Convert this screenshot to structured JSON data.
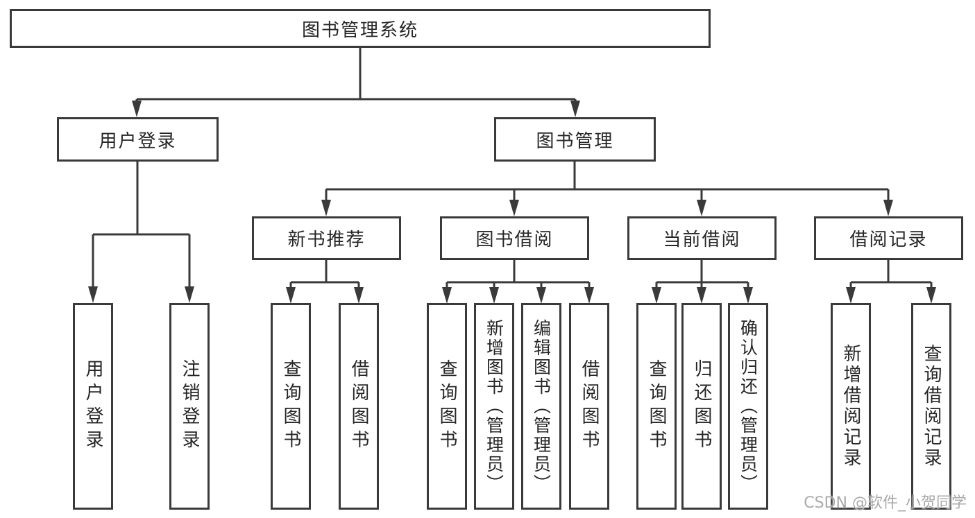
{
  "diagram": {
    "root": "图书管理系统",
    "level2": {
      "user_login": "用户登录",
      "book_mgmt": "图书管理"
    },
    "level3": {
      "new_books": "新书推荐",
      "borrowing": "图书借阅",
      "current": "当前借阅",
      "records": "借阅记录"
    },
    "leaves": {
      "user_login_1": "用户登录",
      "user_login_2": "注销登录",
      "new_books_1": "查询图书",
      "new_books_2": "借阅图书",
      "borrowing_1": "查询图书",
      "borrowing_2": "新增图书（管理员）",
      "borrowing_3": "编辑图书（管理员）",
      "borrowing_4": "借阅图书",
      "current_1": "查询图书",
      "current_2": "归还图书",
      "current_3": "确认归还（管理员）",
      "records_1": "新增借阅记录",
      "records_2": "查询借阅记录"
    }
  },
  "watermark": "CSDN @软件_小贺同学",
  "colors": {
    "line": "#3a3a3a",
    "text": "#262626",
    "background": "#ffffff",
    "watermark": "#a9a9a9"
  }
}
